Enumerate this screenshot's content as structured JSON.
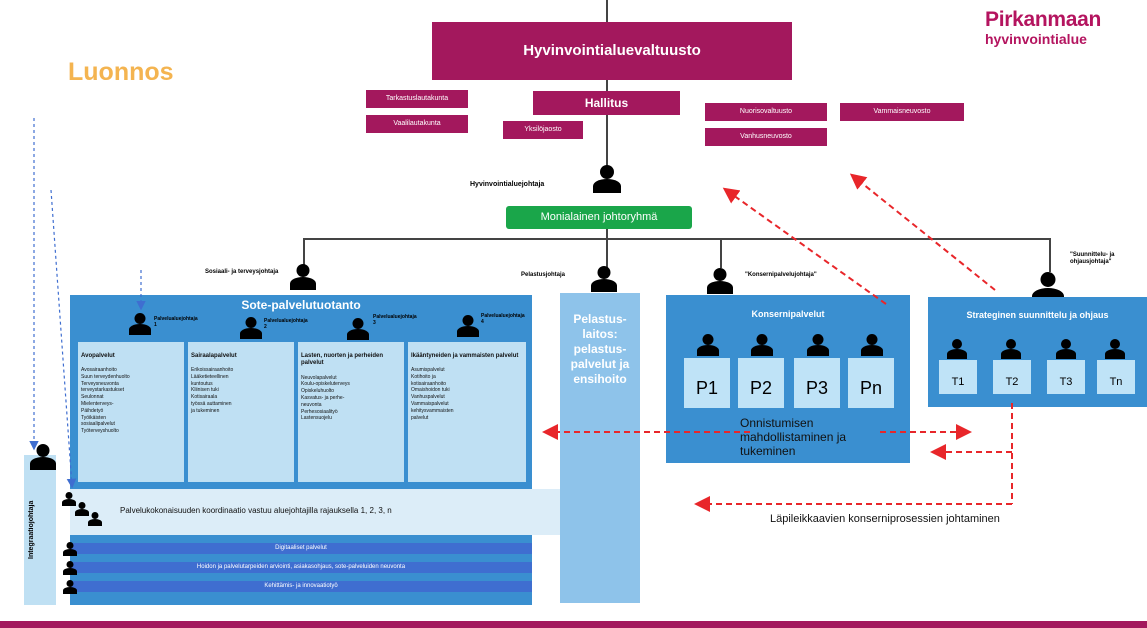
{
  "header": {
    "brand_line1": "Pirkanmaan",
    "brand_line2": "hyvinvointialue",
    "draft": "Luonnos"
  },
  "top": {
    "council": "Hyvinvointialuevaltuusto",
    "government": "Hallitus",
    "left_tags": [
      "Tarkastuslautakunta",
      "Vaalilautakunta"
    ],
    "auditor": "Yksilöjaosto",
    "right_tags": [
      "Nuorisovaltuusto",
      "Vammaisneuvosto",
      "Vanhusneuvosto"
    ]
  },
  "director": {
    "label": "Hyvinvointialuejohtaja",
    "team": "Monialainen johtoryhmä"
  },
  "branches": {
    "sote_director": "Sosiaali- ja terveysjohtaja",
    "rescue_director": "Pelastusjohtaja",
    "group_director": "\"Konsernipalvelujohtaja\"",
    "strategy_director": "\"Suunnittelu- ja ohjausjohtaja\""
  },
  "sote": {
    "title": "Sote-palvelutuotanto",
    "service_directors": [
      "Palvelualuejohtaja 1",
      "Palvelualuejohtaja 2",
      "Palvelualuejohtaja 3",
      "Palvelualuejohtaja 4"
    ],
    "columns": [
      {
        "title": "Avopalvelut",
        "items": "Avosairaanhoito\nSuun terveydenhuolto\nTerveysneuvonta\nterveystarkastukset\nSeulonnat\nMielenterveys-\nPäihdetyö\nTyöikäisten\nsosiaalipalvelut\nTyöterveyshuolto"
      },
      {
        "title": "Sairaalapalvelut",
        "items": "Erikoissairaanhoito\nLääketieteellinen\nkuntoutus\nKliinisen tuki\nKotisairaala\ntyössä auttaminen\nja tukeminen"
      },
      {
        "title": "Lasten, nuorten ja perheiden palvelut",
        "items": "Neuvolapalvelut\nKoulu-opiskeluterveys\nOpiskeluhuolto\nKasvatus- ja perhe-\nneuvonta\nPerhesosiaalityö\nLastensuojelu"
      },
      {
        "title": "Ikääntyneiden ja vammaisten palvelut",
        "items": "Asumispalvelut\nKotihoito ja\nkotisairaanhoito\nOmaishoidon tuki\nVanhuspalvelut\nVammaispalvelut\nkehitysvammaisten\npalvelut"
      }
    ]
  },
  "rescue": {
    "title": "Pelastus-\nlaitos:\npelastus-\npalvelut ja\nensihoito"
  },
  "group": {
    "title": "Konsernipalvelut",
    "boxes": [
      "P1",
      "P2",
      "P3",
      "Pn"
    ],
    "enable_text": "Onnistumisen\nmahdollistaminen ja\ntukeminen"
  },
  "strategy": {
    "title": "Strateginen suunnittelu ja ohjaus",
    "boxes": [
      "T1",
      "T2",
      "T3",
      "Tn"
    ]
  },
  "bottom": {
    "integration": "Integraatiojohtaja",
    "coordination": "Palvelukokonaisuuden koordinaatio vastuu aluejohtajilla rajauksella 1, 2, 3, n",
    "bars": [
      "Digitaaliset palvelut",
      "Hoidon ja palvelutarpeiden arviointi, asiakasohjaus, sote-palveluiden neuvonta",
      "Kehittämis- ja innovaatiotyö"
    ],
    "crosscut": "Läpileikkaavien konserniprosessien johtaminen"
  },
  "colors": {
    "magenta": "#a3185d",
    "green": "#1aa64a",
    "blue": "#3a8fd0",
    "draft": "#f4b450"
  }
}
